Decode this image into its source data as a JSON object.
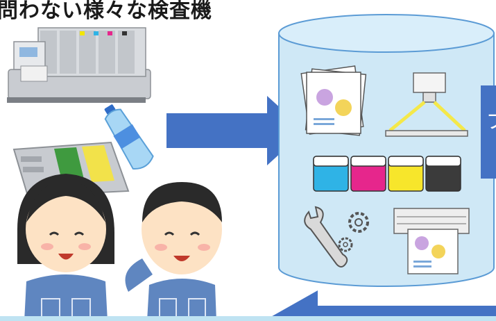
{
  "page": {
    "title": "問わない様々な検査機",
    "side_label": "ブ"
  },
  "illustrations": {
    "left": [
      "printer-machine",
      "water-bottle",
      "printing-plate",
      "female-worker",
      "male-worker"
    ],
    "cylinder": [
      "printed-sheets",
      "camera-inspection",
      "ink-cans",
      "maintenance-tools",
      "printed-sample"
    ]
  },
  "ink_colors": [
    "#2fb3e6",
    "#e6268c",
    "#f7e62b",
    "#3b3b3b"
  ],
  "colors": {
    "arrow": "#4472c4",
    "cylinder_fill": "#cfe8f6",
    "cylinder_stroke": "#5b9bd5",
    "uniform": "#5f86c0"
  }
}
